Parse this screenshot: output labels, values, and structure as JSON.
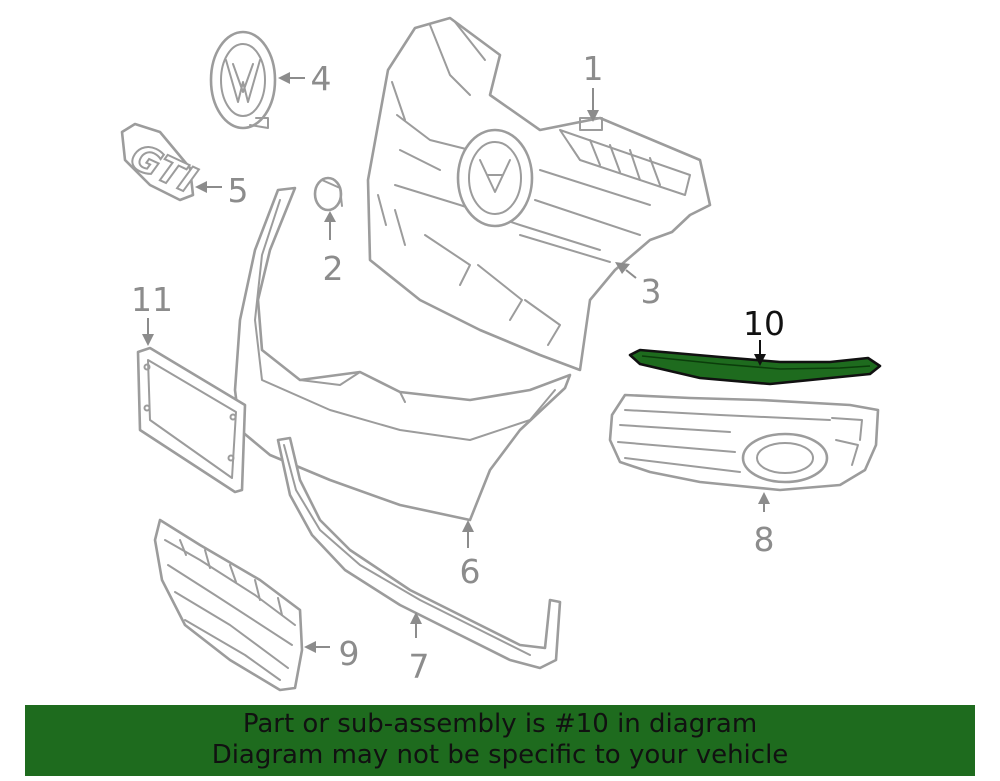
{
  "callouts": {
    "c1": "1",
    "c2": "2",
    "c3": "3",
    "c4": "4",
    "c5": "5",
    "c6": "6",
    "c7": "7",
    "c8": "8",
    "c9": "9",
    "c10": "10",
    "c11": "11"
  },
  "badge_text": "GTI",
  "highlighted_part": "10",
  "colors": {
    "highlight": "#1e6b1e",
    "line": "#9c9c9c",
    "banner": "#1e6b1e"
  },
  "banner": {
    "line1": "Part or sub-assembly is #10 in diagram",
    "line2": "Diagram may not be specific to your vehicle"
  }
}
